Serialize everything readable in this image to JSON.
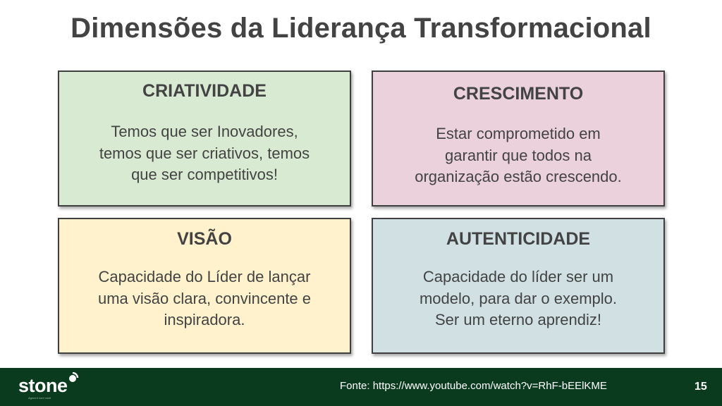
{
  "title": "Dimensões da Liderança Transformacional",
  "cards": [
    {
      "heading": "CRIATIVIDADE",
      "lines": [
        "Temos que ser Inovadores,",
        "temos que ser criativos, temos",
        "que ser competitivos!"
      ],
      "background": "#d9ead3"
    },
    {
      "heading": "CRESCIMENTO",
      "lines": [
        "Estar comprometido em",
        "garantir que todos na",
        "organização estão crescendo."
      ],
      "background": "#ead1dc"
    },
    {
      "heading": "VISÃO",
      "lines": [
        "Capacidade do Líder de lançar",
        "uma visão clara, convincente e",
        "inspiradora."
      ],
      "background": "#fff2cc"
    },
    {
      "heading": "AUTENTICIDADE",
      "lines": [
        "Capacidade do líder ser um",
        "modelo, para dar o exemplo.",
        "Ser um eterno aprendiz!"
      ],
      "background": "#d0e0e3"
    }
  ],
  "footer": {
    "logo_text": "stone",
    "logo_tagline": "Agora é com você",
    "source": "Fonte: https://www.youtube.com/watch?v=RhF-bEElKME",
    "page_number": "15",
    "background": "#0b3b1e"
  },
  "colors": {
    "text": "#434343",
    "border": "#3f3f3f"
  }
}
